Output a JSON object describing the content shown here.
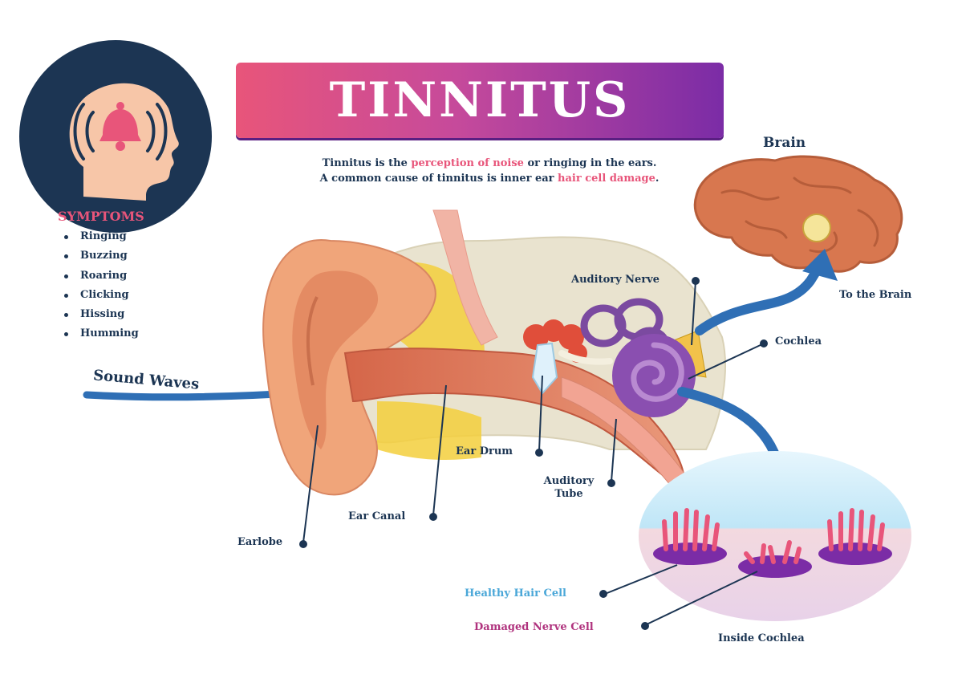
{
  "title": "TINNITUS",
  "subtitle": {
    "line1_pre": "Tinnitus is the ",
    "line1_hl": "perception of noise",
    "line1_post": " or ringing in the ears.",
    "line2_pre": "A common cause of tinnitus is inner ear ",
    "line2_hl": "hair cell damage",
    "line2_post": "."
  },
  "symptoms": {
    "title": "SYMPTOMS",
    "items": [
      "Ringing",
      "Buzzing",
      "Roaring",
      "Clicking",
      "Hissing",
      "Humming"
    ]
  },
  "labels": {
    "brain": "Brain",
    "to_the_brain": "To the Brain",
    "auditory_nerve": "Auditory Nerve",
    "cochlea": "Cochlea",
    "sound_waves": "Sound Waves",
    "ear_drum": "Ear Drum",
    "auditory_tube_1": "Auditory",
    "auditory_tube_2": "Tube",
    "ear_canal": "Ear Canal",
    "earlobe": "Earlobe",
    "healthy_hair_cell": "Healthy Hair Cell",
    "damaged_nerve_cell": "Damaged Nerve Cell",
    "inside_cochlea": "Inside Cochlea"
  },
  "colors": {
    "navy": "#1c3553",
    "pink": "#e8557a",
    "purple": "#7b2ca6",
    "healthy_blue": "#4aa7d8",
    "damaged_magenta": "#b0337e",
    "arrow_blue": "#2f6fb5",
    "skin": "#f0a57a",
    "bone": "#e9e3cf",
    "fat_yellow": "#f3cf3c",
    "brain": "#d8774f"
  },
  "icons": [
    "head-icon",
    "bell-icon",
    "sound-wave-icon",
    "brain-icon",
    "arrow-icon"
  ]
}
